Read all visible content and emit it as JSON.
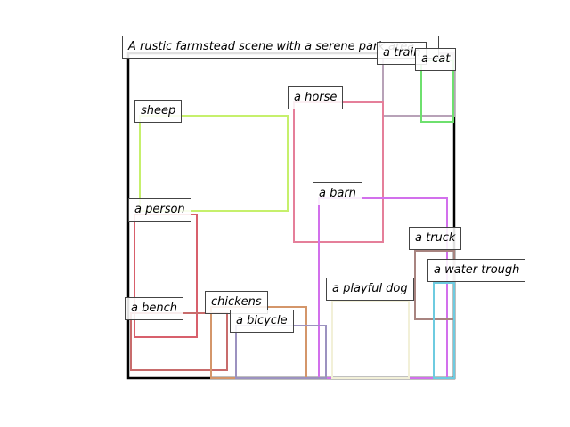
{
  "caption": "A rustic farmstead scene with a serene park area",
  "boxes": [
    {
      "id": "canvas-frame",
      "label": "",
      "color": "#000000"
    },
    {
      "id": "a-train",
      "label": "a train",
      "color": "#b8a2b8"
    },
    {
      "id": "a-cat",
      "label": "a cat",
      "color": "#6ee06e"
    },
    {
      "id": "a-horse",
      "label": "a horse",
      "color": "#e57f9a"
    },
    {
      "id": "sheep",
      "label": "sheep",
      "color": "#c6f06c"
    },
    {
      "id": "a-barn",
      "label": "a barn",
      "color": "#d270ec"
    },
    {
      "id": "a-person",
      "label": "a person",
      "color": "#d8606c"
    },
    {
      "id": "a-truck",
      "label": "a truck",
      "color": "#a88480"
    },
    {
      "id": "a-water-trough",
      "label": "a water trough",
      "color": "#6ecbe0"
    },
    {
      "id": "a-playful-dog",
      "label": "a playful dog",
      "color": "#f2f0d8"
    },
    {
      "id": "a-bench",
      "label": "a bench",
      "color": "#c86c6c"
    },
    {
      "id": "chickens",
      "label": "chickens",
      "color": "#d4966a"
    },
    {
      "id": "a-bicycle",
      "label": "a bicycle",
      "color": "#9c92c0"
    }
  ]
}
